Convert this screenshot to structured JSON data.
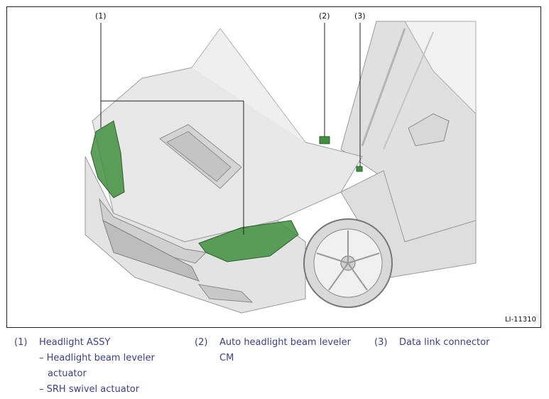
{
  "figure": {
    "id_label": "LI-11310",
    "callouts": [
      "(1)",
      "(2)",
      "(3)"
    ]
  },
  "legend": [
    {
      "number": "(1)",
      "title": "Headlight ASSY",
      "sub_items": [
        "– Headlight beam leveler",
        "actuator",
        "– SRH swivel actuator"
      ]
    },
    {
      "number": "(2)",
      "title": "Auto headlight beam leveler",
      "title_cont": "CM"
    },
    {
      "number": "(3)",
      "title": "Data link connector"
    }
  ],
  "colors": {
    "legend_text": "#3a3f8f",
    "highlight": "#3f8f3f",
    "car_body": "#e6e6e6"
  }
}
